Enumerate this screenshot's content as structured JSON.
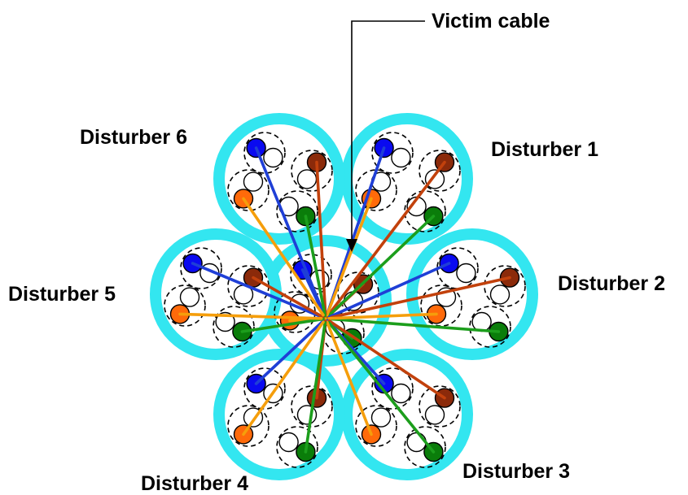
{
  "labels": {
    "victim": "Victim cable",
    "d1": "Disturber 1",
    "d2": "Disturber 2",
    "d3": "Disturber 3",
    "d4": "Disturber 4",
    "d5": "Disturber 5",
    "d6": "Disturber 6"
  },
  "colors": {
    "jacket": "#33E6F0",
    "cable_fill": "#FFFFFF",
    "pair_outline": "#000000",
    "blue": "#0A0AF0",
    "brown": "#8B2A0A",
    "orange": "#FF6A0A",
    "green": "#0A7D0A",
    "white": "#FFFFFF",
    "coupling_blue": "#1F3FD6",
    "coupling_brown": "#C2410C",
    "coupling_orange": "#F59E0B",
    "coupling_green": "#1C9E1C"
  },
  "pair_colors": [
    "blue",
    "brown",
    "green",
    "orange"
  ]
}
